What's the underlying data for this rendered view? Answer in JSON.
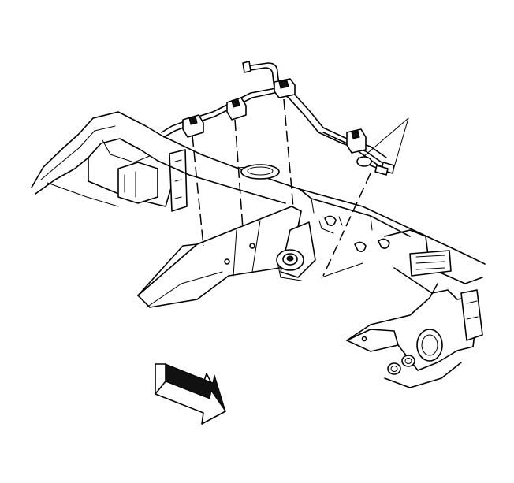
{
  "figure": {
    "kind": "exploded assembly line drawing",
    "components": [
      "fuel-line-assembly",
      "frame-rail",
      "fuel-line-clips",
      "frame-bracket",
      "crossmember",
      "body-mount"
    ],
    "indicator": "forward-direction-arrow",
    "stroke_color": "#000000",
    "background_color": "#ffffff"
  }
}
